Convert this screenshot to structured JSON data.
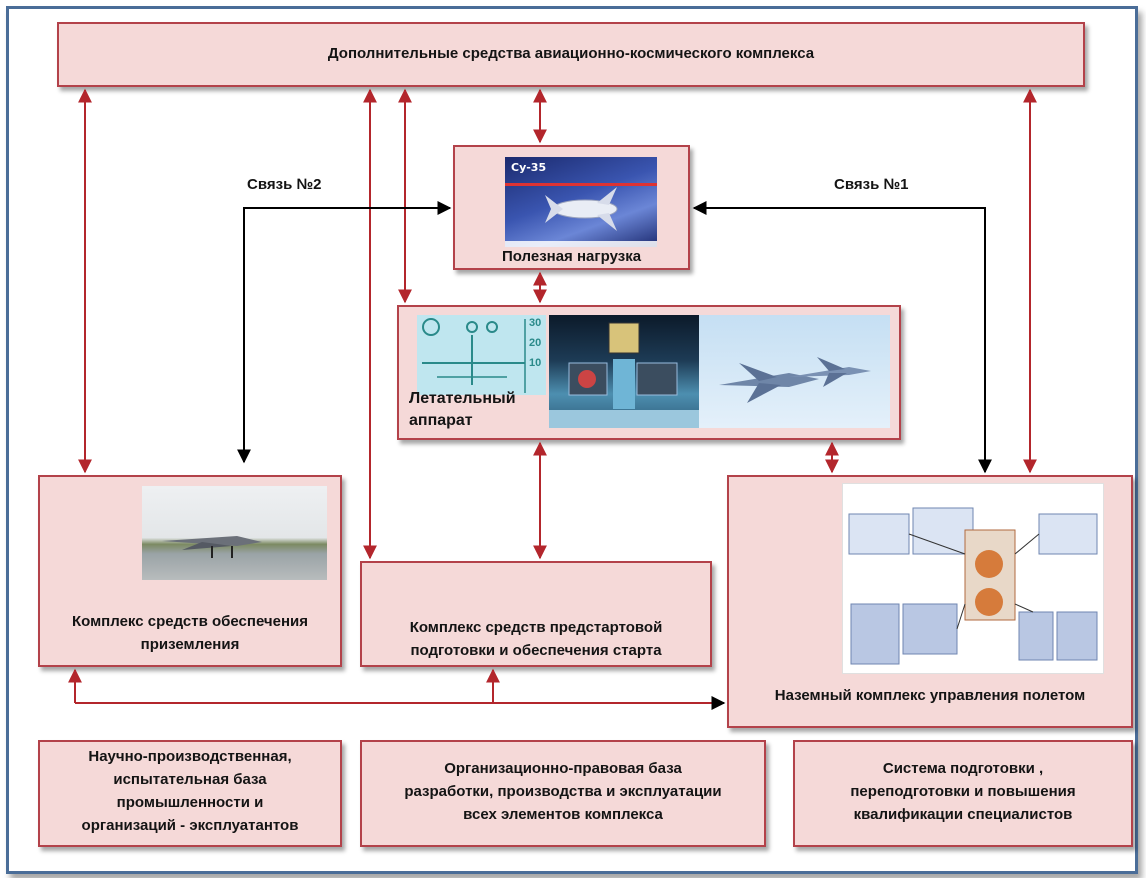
{
  "boxes": {
    "top": "Дополнительные средства авиационно-космического комплекса",
    "payload": "Полезная нагрузка",
    "aircraft_line1": "Летательный",
    "aircraft_line2": "аппарат",
    "landing_line1": "Комплекс средств обеспечения",
    "landing_line2": "приземления",
    "prelaunch_line1": "Комплекс средств предстартовой",
    "prelaunch_line2": "подготовки и обеспечения старта",
    "ground": "Наземный комплекс управления полетом",
    "research_line1": "Научно-производственная,",
    "research_line2": "испытательная база",
    "research_line3": "промышленности и",
    "research_line4": "организаций - эксплуатантов",
    "legal_line1": "Организационно-правовая база",
    "legal_line2": "разработки, производства и эксплуатации",
    "legal_line3": "всех элементов комплекса",
    "training_line1": "Система подготовки ,",
    "training_line2": "переподготовки и повышения",
    "training_line3": "квалификации специалистов"
  },
  "links": {
    "link2": "Связь №2",
    "link1": "Связь №1"
  },
  "images": {
    "payload_title": "Су-35",
    "hud_scale": [
      "30",
      "20",
      "10"
    ]
  },
  "colors": {
    "box_fill": "#f5d9d8",
    "box_border": "#b3424a",
    "arrow_red": "#b3262c",
    "arrow_black": "#000000",
    "frame": "#4a6d98"
  }
}
